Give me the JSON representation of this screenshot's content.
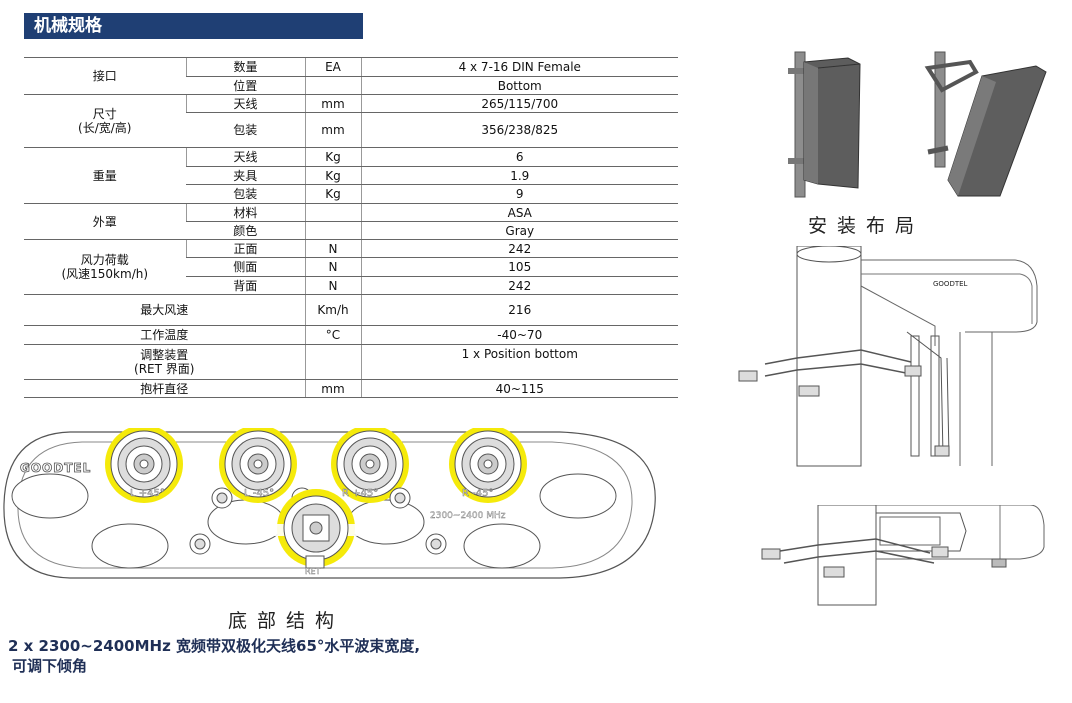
{
  "section_title": "机械规格",
  "spec_rows": {
    "connector": {
      "label": "接口",
      "r1": {
        "sub": "数量",
        "unit": "EA",
        "value": "4 x 7-16 DIN Female"
      },
      "r2": {
        "sub": "位置",
        "unit": "",
        "value": "Bottom"
      }
    },
    "size": {
      "label": "尺寸",
      "label2": "(长/宽/高)",
      "r1": {
        "sub": "天线",
        "unit": "mm",
        "value": "265/115/700"
      },
      "r2": {
        "sub": "包装",
        "unit": "mm",
        "value": "356/238/825"
      }
    },
    "weight": {
      "label": "重量",
      "r1": {
        "sub": "天线",
        "unit": "Kg",
        "value": "6"
      },
      "r2": {
        "sub": "夹具",
        "unit": "Kg",
        "value": "1.9"
      },
      "r3": {
        "sub": "包装",
        "unit": "Kg",
        "value": "9"
      }
    },
    "radome": {
      "label": "外罩",
      "r1": {
        "sub": "材料",
        "unit": "",
        "value": "ASA"
      },
      "r2": {
        "sub": "颜色",
        "unit": "",
        "value": "Gray"
      }
    },
    "wind": {
      "label": "风力荷载",
      "label2": "(风速150km/h)",
      "r1": {
        "sub": "正面",
        "unit": "N",
        "value": "242"
      },
      "r2": {
        "sub": "侧面",
        "unit": "N",
        "value": "105"
      },
      "r3": {
        "sub": "背面",
        "unit": "N",
        "value": "242"
      }
    },
    "max_wind": {
      "label": "最大风速",
      "unit": "Km/h",
      "value": "216"
    },
    "temp": {
      "label": "工作温度",
      "unit": "°C",
      "value": "-40~70"
    },
    "ret": {
      "label": "调整装置",
      "label2": "(RET 界面)",
      "unit": "",
      "value": "1 x Position bottom"
    },
    "pole": {
      "label": "抱杆直径",
      "unit": "mm",
      "value": "40~115"
    }
  },
  "bottom_view": {
    "brand": "GOODTEL",
    "ports": [
      "L +45°",
      "L -45°",
      "R +45°",
      "R -45°"
    ],
    "band": "2300~2400 MHz",
    "ret_label": "RET"
  },
  "install_brand": "GOODTEL",
  "caption_install": "安装布局",
  "caption_bottom": "底部结构",
  "footer_line1": "2 x 2300~2400MHz 宽频带双极化天线65°水平波束宽度,",
  "footer_line2": "可调下倾角",
  "colors": {
    "title_bar": "#1f3f74",
    "highlight": "#f5ea0a",
    "footer_text": "#1f2f56"
  }
}
